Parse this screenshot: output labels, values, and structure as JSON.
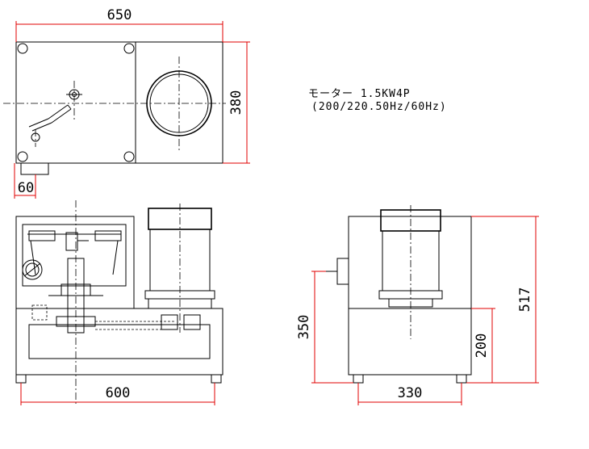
{
  "dimensions": {
    "overall_width": "650",
    "plan_depth": "380",
    "outlet_offset": "60",
    "base_width": "600",
    "overall_height": "517",
    "outlet_height": "350",
    "base_height": "200",
    "side_width": "330"
  },
  "motor_note": {
    "line1": "モーター 1.5KW4P",
    "line2": "(200/220.50Hz/60Hz)"
  }
}
